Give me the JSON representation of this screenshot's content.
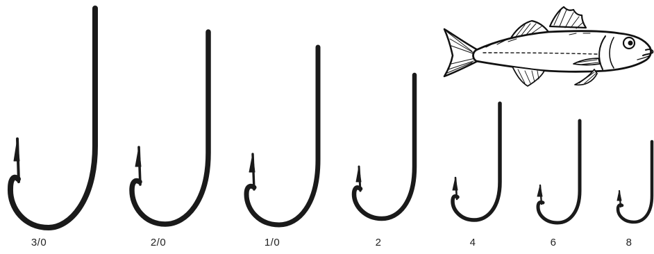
{
  "hooks": [
    {
      "size_label": "3/0"
    },
    {
      "size_label": "2/0"
    },
    {
      "size_label": "1/0"
    },
    {
      "size_label": "2"
    },
    {
      "size_label": "4"
    },
    {
      "size_label": "6"
    },
    {
      "size_label": "8"
    }
  ],
  "colors": {
    "ink": "#1a1a1a",
    "background": "#ffffff",
    "fish_fill": "#ffffff",
    "fish_stroke": "#111111"
  },
  "icons": {
    "fish": "fish-illustration"
  }
}
